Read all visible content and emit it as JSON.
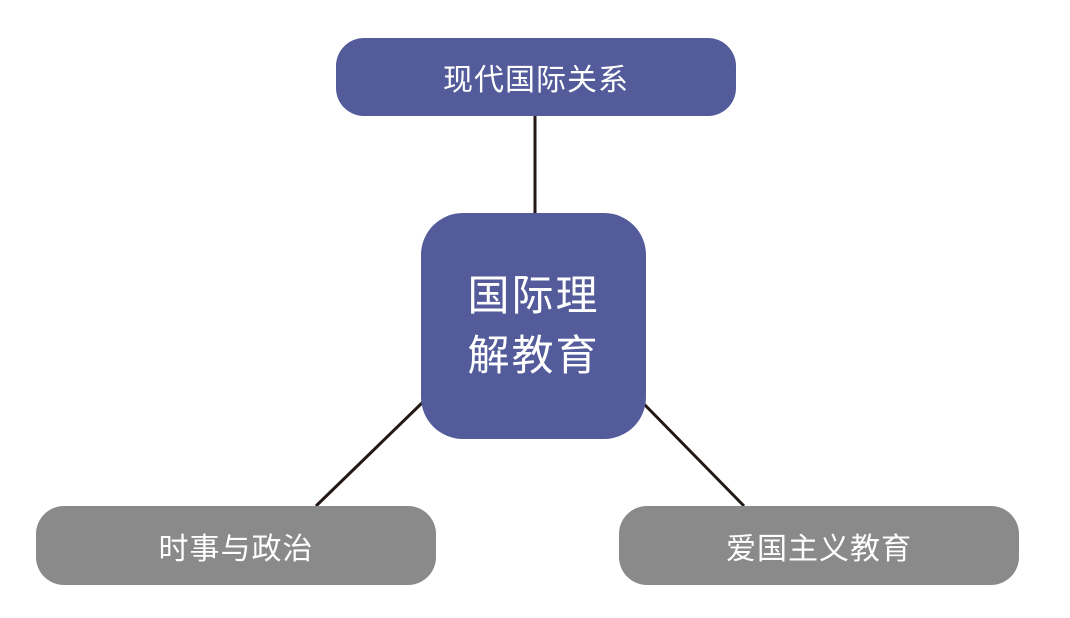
{
  "diagram": {
    "center": {
      "line1": "国际理",
      "line2": "解教育",
      "color": "#535b9b"
    },
    "top": {
      "label": "现代国际关系",
      "color": "#535b9b"
    },
    "bottom_left": {
      "label": "时事与政治",
      "color": "#8a8a8a"
    },
    "bottom_right": {
      "label": "爱国主义教育",
      "color": "#8a8a8a"
    },
    "connector_color": "#231815"
  }
}
